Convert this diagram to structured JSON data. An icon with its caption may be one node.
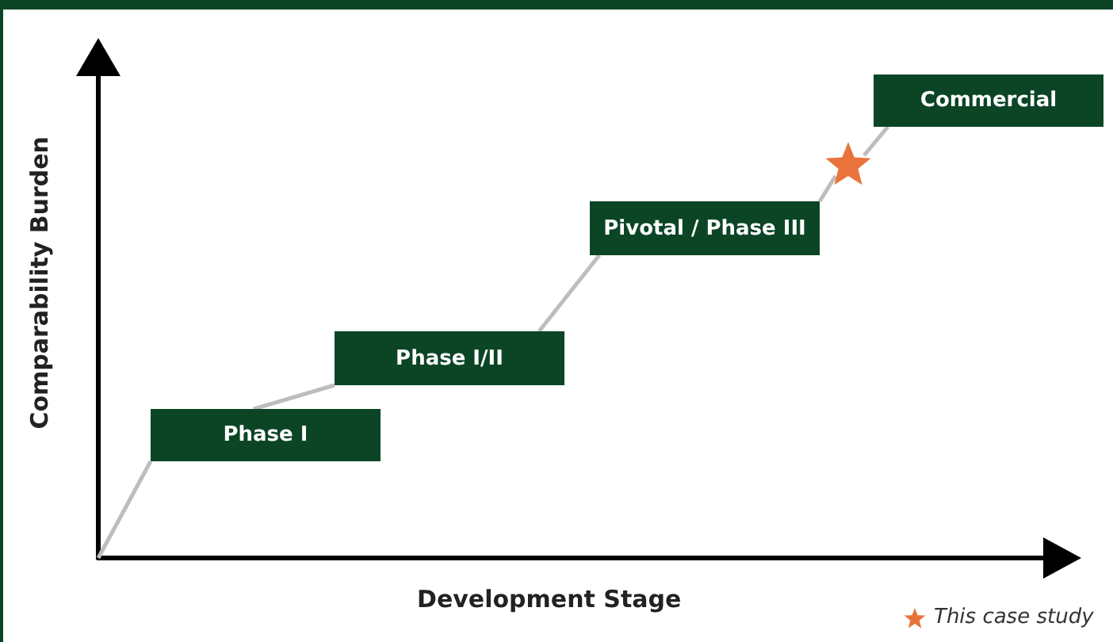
{
  "diagram": {
    "nodes": [
      {
        "text": [
          "Phase I"
        ]
      },
      {
        "text": [
          "Phase I/II"
        ]
      },
      {
        "text": [
          "Pivotal / Phase III"
        ]
      },
      {
        "text": [
          "Commercial"
        ]
      },
      {
        "text": [],
        "shape": "star"
      }
    ],
    "edges": [
      {
        "from": null,
        "to": 0,
        "arrow": "none"
      },
      {
        "from": 0,
        "to": 1,
        "arrow": "none"
      },
      {
        "from": 1,
        "to": 2,
        "arrow": "none"
      },
      {
        "from": 2,
        "to": 4,
        "arrow": "none"
      },
      {
        "from": 4,
        "to": 3,
        "arrow": "none"
      }
    ],
    "labels": [
      "Comparability Burden",
      "Development Stage"
    ],
    "legend": [
      {
        "text": "This case study"
      }
    ]
  }
}
